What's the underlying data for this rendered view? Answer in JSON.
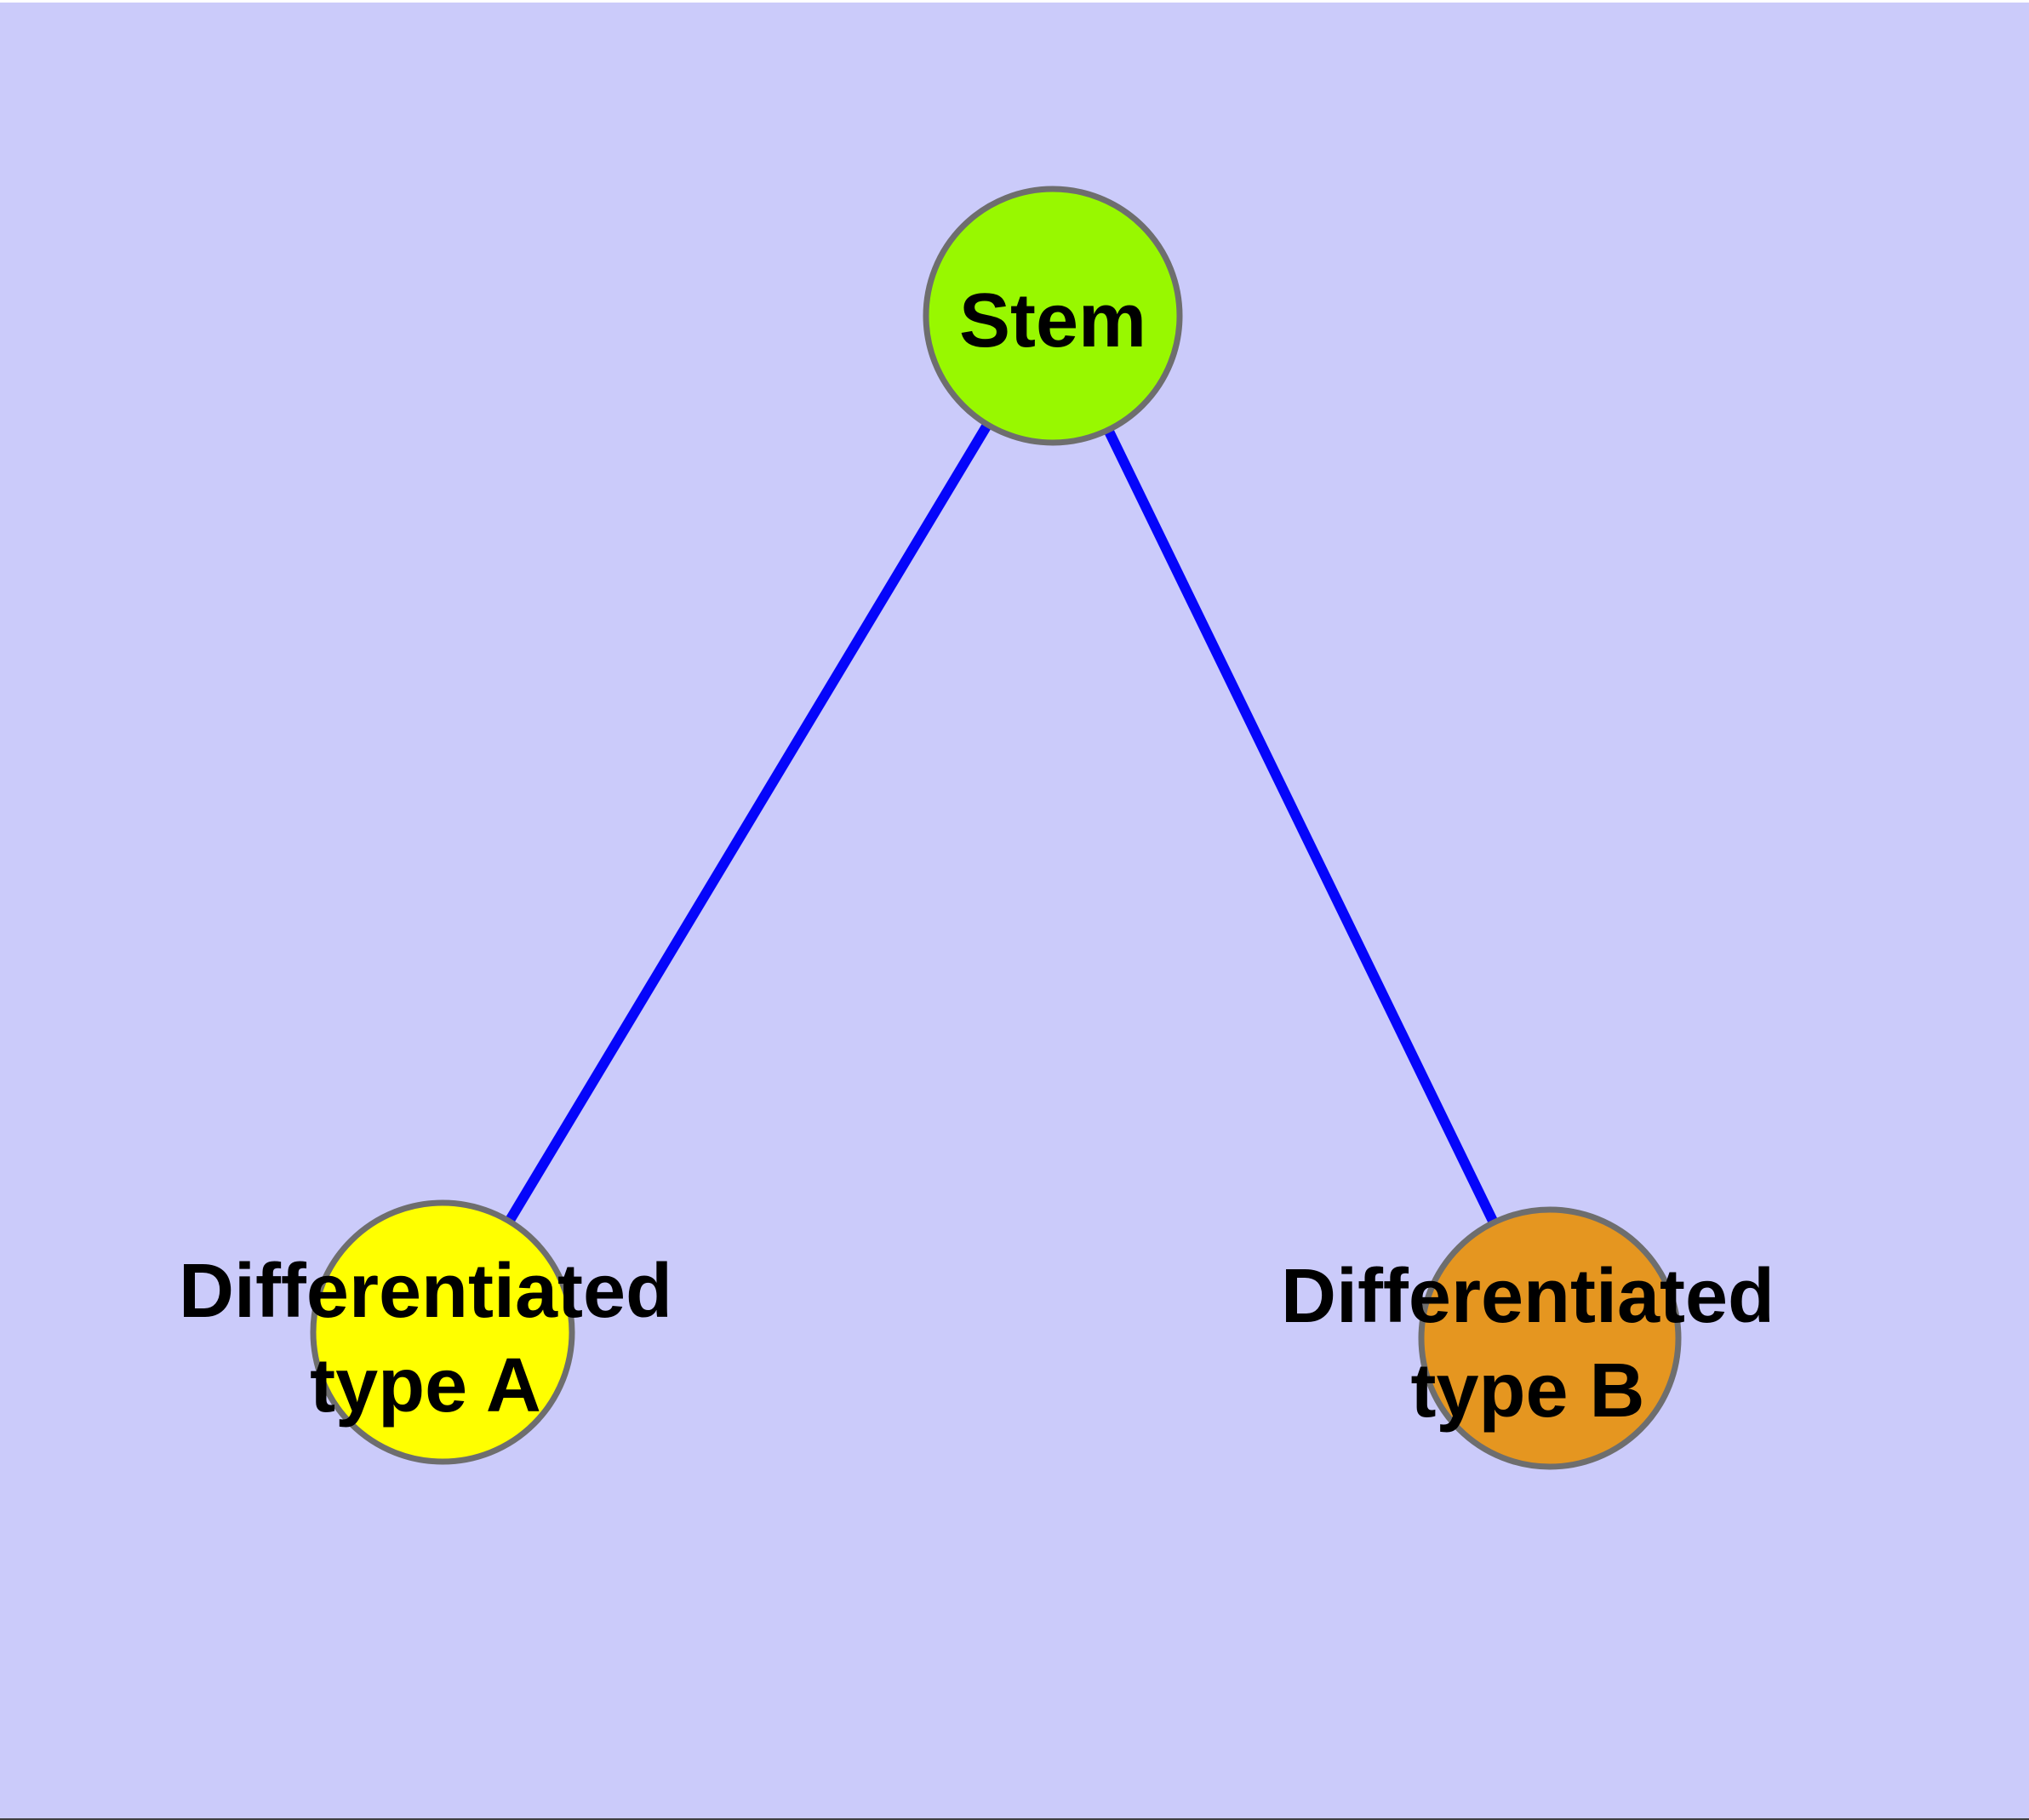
{
  "canvas": {
    "background_color": "#CBCBFA",
    "top_edge_color": "#FFFFFF",
    "bottom_edge_color": "#3F3F3F"
  },
  "diagram": {
    "type": "graph",
    "edge_color": "#0505FA",
    "node_border_color": "#6E6E6E",
    "label_color": "#000000",
    "nodes": [
      {
        "id": "stem",
        "label": "Stem",
        "lines": [
          "Stem"
        ],
        "color": "#98F800"
      },
      {
        "id": "differentiated-type-a",
        "label": "Differentiated type A",
        "lines": [
          "Differentiated",
          "type A"
        ],
        "color": "#FFFF00"
      },
      {
        "id": "differentiated-type-b",
        "label": "Differentiated type B",
        "lines": [
          "Differentiated",
          "type B"
        ],
        "color": "#E59620"
      }
    ],
    "edges": [
      {
        "from": "Stem",
        "to": "Differentiated type A"
      },
      {
        "from": "Stem",
        "to": "Differentiated type B"
      }
    ]
  }
}
